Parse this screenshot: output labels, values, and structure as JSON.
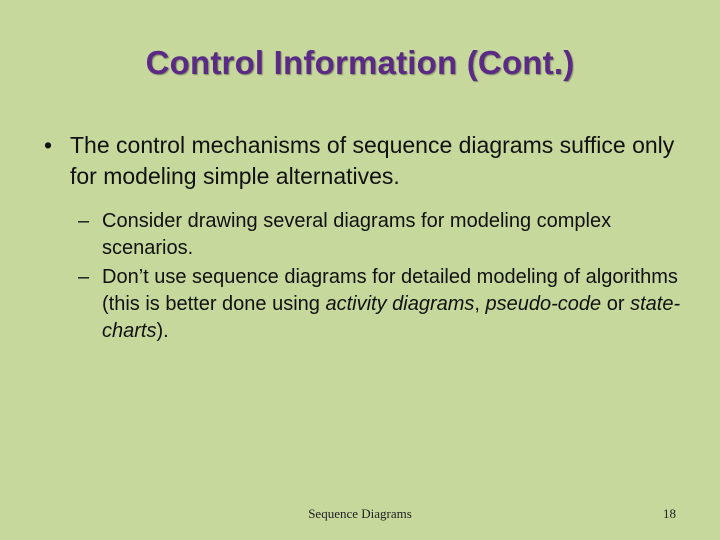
{
  "slide": {
    "title": "Control Information (Cont.)",
    "bullet1": {
      "marker": "•",
      "text": "The control mechanisms of sequence diagrams suffice only for modeling simple alternatives."
    },
    "sub_bullets": {
      "item1": {
        "marker": "–",
        "text": "Consider drawing several diagrams for modeling complex scenarios."
      },
      "item2": {
        "marker": "–",
        "text_start": "Don’t use sequence diagrams for detailed modeling of algorithms (this is better done using ",
        "italic1": "activity diagrams",
        "sep1": ", ",
        "italic2": "pseudo-code",
        "sep2": " or ",
        "italic3": "state-charts",
        "text_end": ")."
      }
    },
    "footer": {
      "center": "Sequence Diagrams",
      "page_number": "18"
    },
    "colors": {
      "background": "#c6d89b",
      "title": "#5b2a86"
    }
  }
}
